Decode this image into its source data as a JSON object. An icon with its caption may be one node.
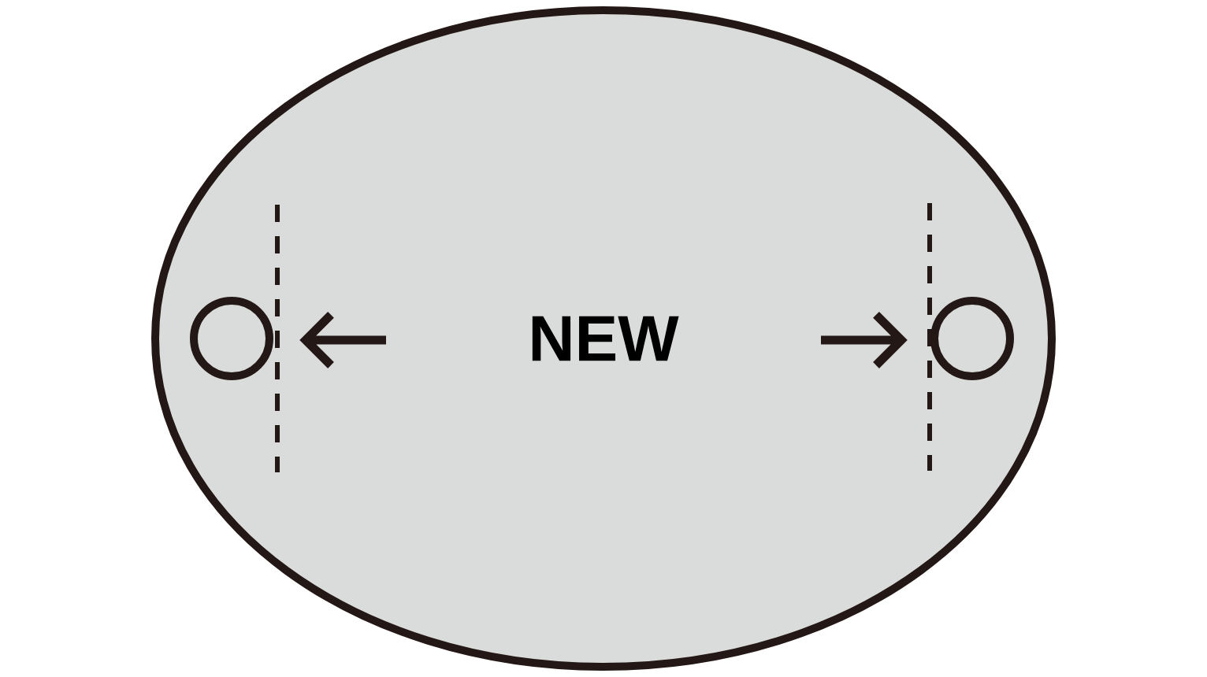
{
  "diagram": {
    "nodes": [
      {
        "text": [
          "NEW"
        ]
      },
      {
        "text": [],
        "shape": "circle",
        "in": 0
      },
      {
        "text": [],
        "shape": "circle",
        "in": 0
      }
    ]
  }
}
